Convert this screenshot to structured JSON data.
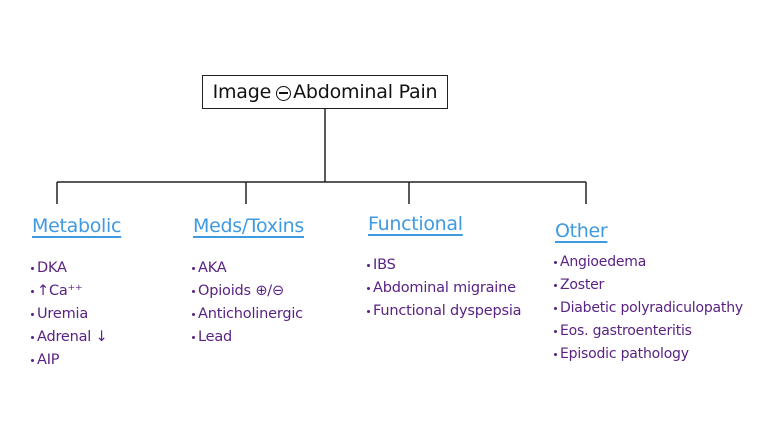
{
  "title": {
    "prefix": "Image",
    "suffix": "Abdominal Pain"
  },
  "columns": [
    {
      "heading": "Metabolic",
      "items": [
        "DKA",
        "↑Ca⁺⁺",
        "Uremia",
        "Adrenal ↓",
        "AIP"
      ]
    },
    {
      "heading": "Meds/Toxins",
      "items": [
        "AKA",
        "Opioids ⊕/⊖",
        "Anticholinergic",
        "Lead"
      ]
    },
    {
      "heading": "Functional",
      "items": [
        "IBS",
        "Abdominal migraine",
        "Functional dyspepsia"
      ]
    },
    {
      "heading": "Other",
      "items": [
        "Angioedema",
        "Zoster",
        "Diabetic polyradiculopathy",
        "Eos. gastroenteritis",
        "Episodic pathology"
      ]
    }
  ],
  "colors": {
    "heading": "#3f9ae0",
    "item": "#5a2283",
    "line": "#222222"
  }
}
